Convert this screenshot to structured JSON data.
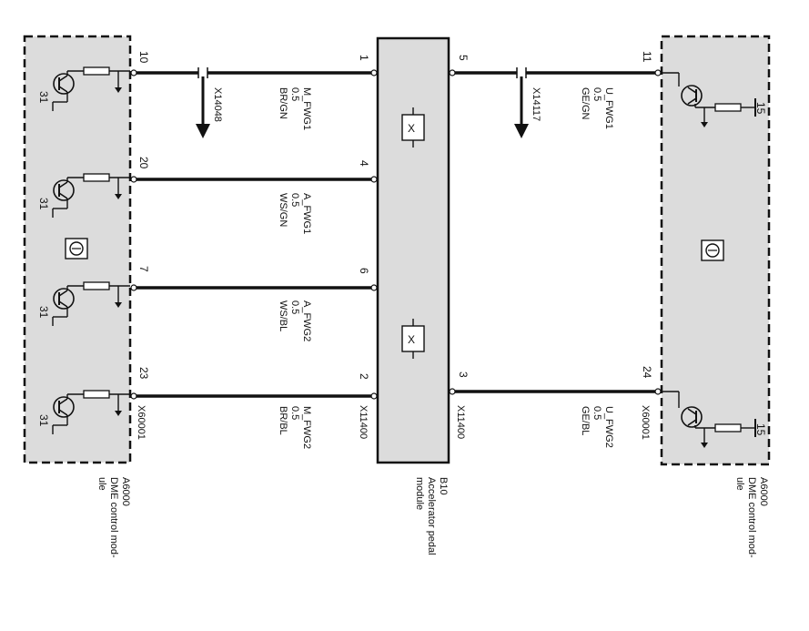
{
  "left_module": {
    "id": "A6000",
    "name_line1": "DME control mod-",
    "name_line2": "ule",
    "connector": "X60001",
    "ground_label": "31",
    "pins": [
      "10",
      "20",
      "7",
      "23"
    ]
  },
  "right_module": {
    "id": "A6000",
    "name_line1": "DME control mod-",
    "name_line2": "ule",
    "connector": "X60001",
    "supply_label": "15",
    "pins": [
      "11",
      "24"
    ]
  },
  "center_module": {
    "id": "B10",
    "name_line1": "Accelerator pedal",
    "name_line2": "module",
    "connector_left": "X11400",
    "connector_right": "X11400",
    "pins_left": [
      "1",
      "4",
      "6",
      "2"
    ],
    "pins_right": [
      "5",
      "3"
    ],
    "sensor_symbol": "X"
  },
  "wires_left": [
    {
      "signal": "M_FWG1",
      "gauge": "0.5",
      "color": "BR/GN",
      "splice": "X14048"
    },
    {
      "signal": "A_FWG1",
      "gauge": "0.5",
      "color": "WS/GN"
    },
    {
      "signal": "A_FWG2",
      "gauge": "0.5",
      "color": "WS/BL"
    },
    {
      "signal": "M_FWG2",
      "gauge": "0.5",
      "color": "BR/BL"
    }
  ],
  "wires_right": [
    {
      "signal": "U_FWG1",
      "gauge": "0.5",
      "color": "GE/GN",
      "splice": "X14117"
    },
    {
      "signal": "U_FWG2",
      "gauge": "0.5",
      "color": "GE/BL"
    }
  ]
}
